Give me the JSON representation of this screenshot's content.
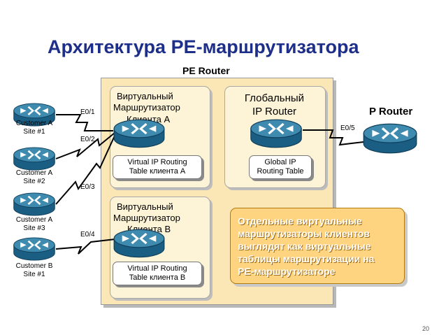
{
  "title": "Архитектура PE-маршрутизатора",
  "pe_router_label": "PE Router",
  "vrf_a": {
    "line1": "Виртуальный",
    "line2": "Маршрутизатор",
    "line3": "Клиента  А",
    "table_line1": "Virtual IP Routing",
    "table_line2": "Table клиента А"
  },
  "vrf_b": {
    "line1": "Виртуальный",
    "line2": "Маршрутизатор",
    "line3": "Клиента  В",
    "table_line1": "Virtual IP Routing",
    "table_line2": "Table клиента В"
  },
  "global": {
    "line1": "Глобальный",
    "line2": "IP Router",
    "table_line1": "Global IP",
    "table_line2": "Routing Table"
  },
  "p_router_label": "P Router",
  "ports": {
    "e01": "E0/1",
    "e02": "E0/2",
    "e03": "E0/3",
    "e04": "E0/4",
    "e05": "E0/5"
  },
  "sites": [
    {
      "line1": "Customer A",
      "line2": "Site #1"
    },
    {
      "line1": "Customer A",
      "line2": "Site #2"
    },
    {
      "line1": "Customer A",
      "line2": "Site #3"
    },
    {
      "line1": "Customer B",
      "line2": "Site #1"
    }
  ],
  "callout": [
    "Отдельные виртуальные",
    "маршрутизаторы клиентов",
    "выглядят как виртуальные",
    "таблицы маршрутизации на",
    "PE-маршрутизаторе"
  ],
  "page_number": "20",
  "colors": {
    "title": "#1e2f8a",
    "pe_box": "#fbe6b6",
    "router_top": "#3f8bb0",
    "callout": "#ffd480"
  },
  "icons": {
    "router": "router-icon"
  }
}
